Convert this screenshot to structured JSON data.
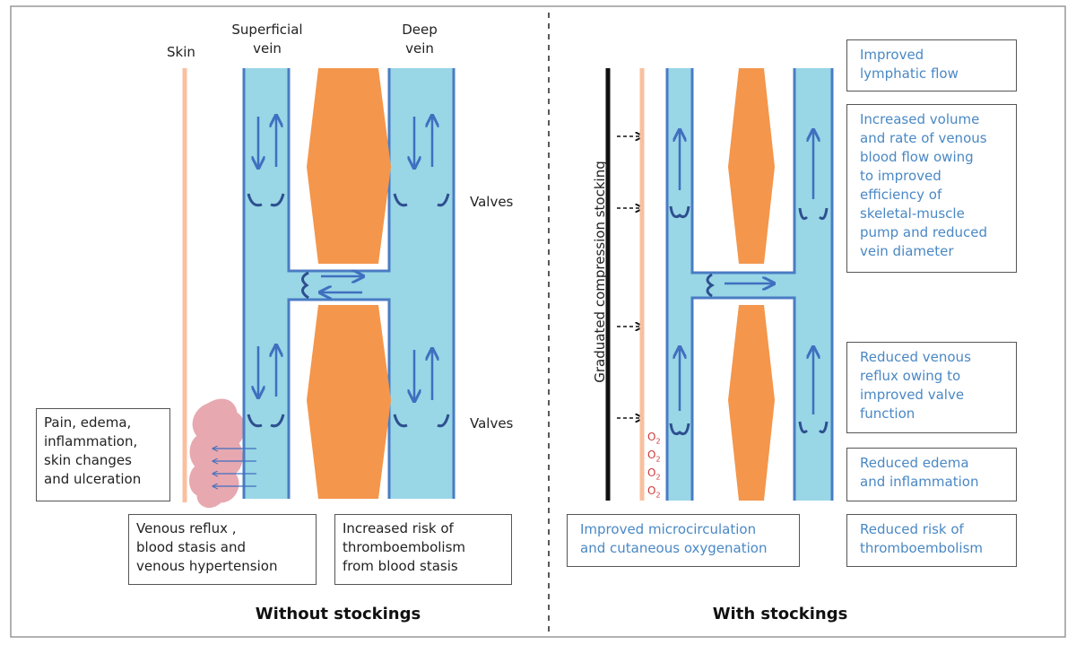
{
  "left_panel": {
    "caption": "Without stockings",
    "labels": {
      "skin": "Skin",
      "superficial_vein": "Superficial\nvein",
      "deep_vein": "Deep\nvein",
      "valves_top": "Valves",
      "valves_bottom": "Valves"
    },
    "boxes": {
      "symptoms": "Pain, edema,\ninflammation,\nskin changes\nand ulceration",
      "venous_reflux": "Venous reflux ,\nblood stasis and\nvenous hypertension",
      "thrombo_risk": "Increased risk of\nthromboembolism\nfrom blood stasis"
    }
  },
  "right_panel": {
    "caption": "With stockings",
    "stocking_label": "Graduated compression stocking",
    "oxygen_label": "O",
    "oxygen_subscript": "2",
    "boxes": {
      "lymphatic": "Improved\nlymphatic flow",
      "venous_volume": "Increased volume\nand rate of venous\nblood flow owing\nto improved\nefficiency of\nskeletal-muscle\npump and reduced\nvein diameter",
      "reflux_reduced": "Reduced venous\nreflux owing to\nimproved valve\nfunction",
      "edema_reduced": "Reduced edema\nand inflammation",
      "microcirculation": "Improved microcirculation\nand cutaneous oxygenation",
      "thrombo_reduced": "Reduced risk of\nthromboembolism"
    }
  },
  "colors": {
    "vein_fill": "#99d6e6",
    "vein_edge": "#4a7cc4",
    "muscle": "#f4964b",
    "skin": "#f8c0a0",
    "edema": "#e7a8b0",
    "arrow": "#3f6fbf",
    "valve": "#2d4f8f",
    "accent_text": "#4a88c4",
    "oxygen": "#d03a3a"
  }
}
